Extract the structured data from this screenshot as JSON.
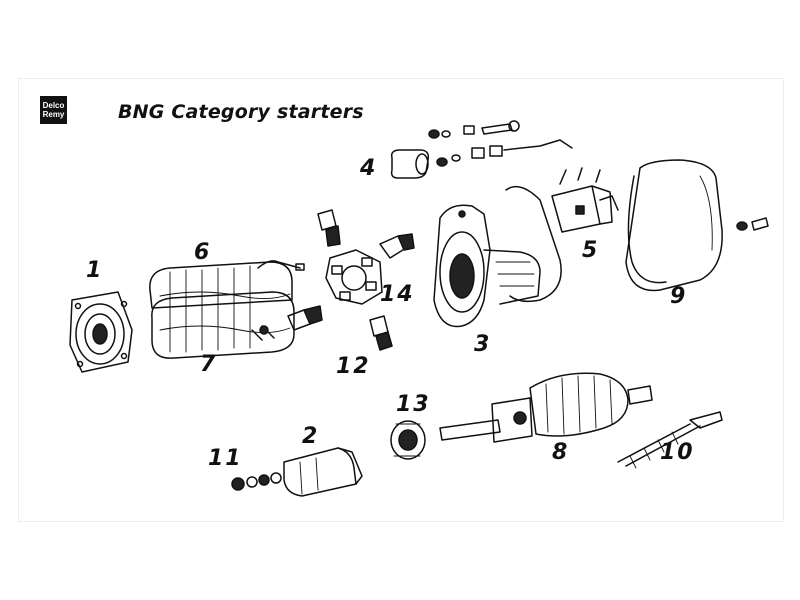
{
  "logo": {
    "line1": "Delco",
    "line2": "Remy"
  },
  "title": "BNG Category starters",
  "part_numbers": {
    "p1": "1",
    "p2": "2",
    "p3": "3",
    "p4": "4",
    "p5": "5",
    "p6": "6",
    "p7": "7",
    "p8": "8",
    "p9": "9",
    "p10": "10",
    "p11": "11",
    "p12": "12",
    "p13": "13",
    "p14": "14"
  },
  "colors": {
    "ink": "#111111",
    "background": "#ffffff"
  }
}
